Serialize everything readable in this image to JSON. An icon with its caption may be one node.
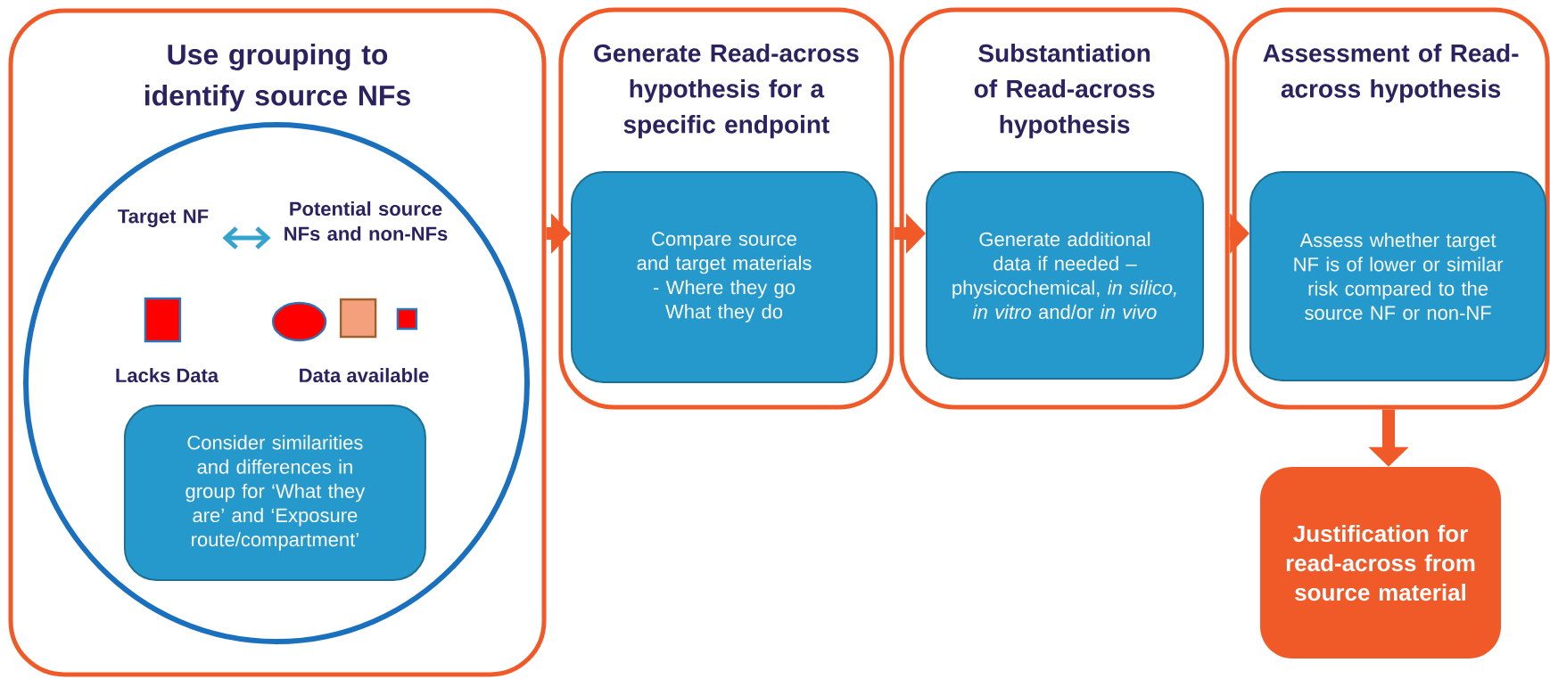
{
  "diagram": {
    "nodes": [
      {
        "text": [
          "Use grouping to identify source NFs"
        ]
      },
      {
        "text": [],
        "shape": "circle",
        "in": 0
      },
      {
        "text": [
          "Target NF"
        ],
        "in": 1
      },
      {
        "text": [
          "Potential source NFs and non-NFs"
        ],
        "in": 1
      },
      {
        "text": [],
        "shape": "box",
        "in": 1
      },
      {
        "text": [],
        "shape": "circle",
        "in": 1
      },
      {
        "text": [],
        "shape": "box",
        "in": 1
      },
      {
        "text": [],
        "shape": "box",
        "in": 1
      },
      {
        "text": [
          "Consider similarities and differences in group for ‘What they are’ and ‘Exposure route/compartment’"
        ],
        "in": 1
      },
      {
        "text": [
          "Generate Read-across hypothesis for a specific endpoint"
        ]
      },
      {
        "text": [
          "Compare source and target materials - Where they go What they do"
        ],
        "in": 9
      },
      {
        "text": [
          "Substantiation of Read-across hypothesis"
        ]
      },
      {
        "text": [
          "Generate additional data if needed – physicochemical, *in silico, in vitro* and/or *in vivo*"
        ],
        "in": 11
      },
      {
        "text": [
          "Assessment of Read-across hypothesis"
        ]
      },
      {
        "text": [
          "Assess whether target NF is of lower or similar risk compared to the source NF or non-NF"
        ],
        "in": 13
      },
      {
        "text": [
          "Justification for read-across from source material"
        ]
      }
    ],
    "edges": [
      {
        "from": 2,
        "to": 3,
        "arrow": "both",
        "color": "#35a3cf"
      },
      {
        "from": 0,
        "to": 10,
        "arrow": "to"
      },
      {
        "from": 9,
        "to": 12,
        "arrow": "to"
      },
      {
        "from": 11,
        "to": 14,
        "arrow": "to"
      },
      {
        "from": 13,
        "to": 15,
        "arrow": "to"
      }
    ],
    "labels": [
      "Lacks Data",
      "Data available"
    ]
  }
}
